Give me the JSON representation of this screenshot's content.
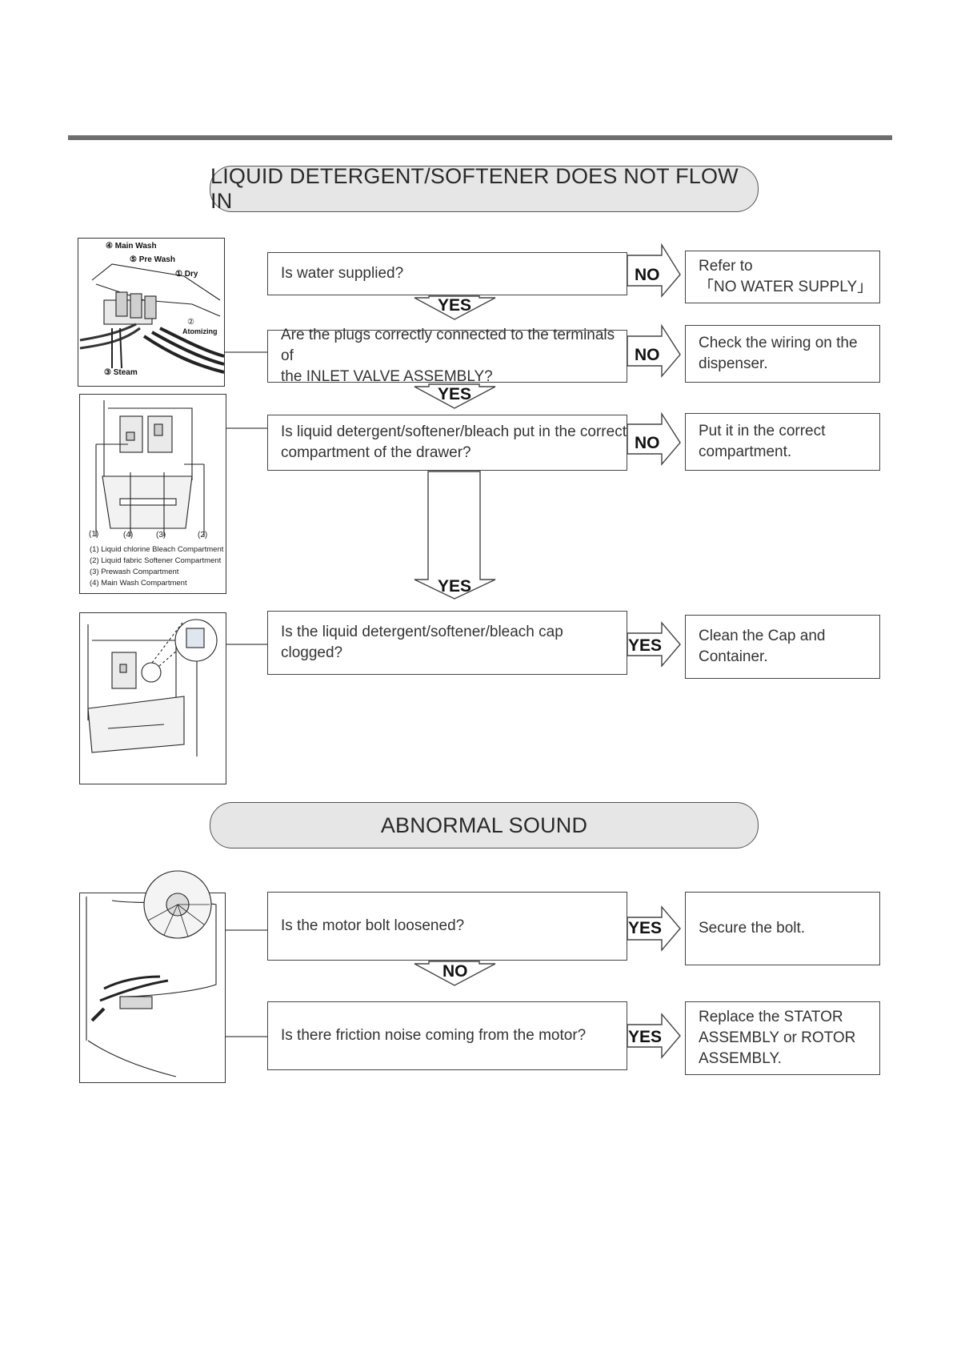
{
  "sections": [
    {
      "title": "LIQUID DETERGENT/SOFTENER DOES NOT FLOW IN"
    },
    {
      "title": "ABNORMAL SOUND"
    }
  ],
  "flow1": {
    "q1": "Is water supplied?",
    "q2_line1": "Are the plugs correctly connected to the terminals of",
    "q2_line2": "the INLET VALVE ASSEMBLY?",
    "q3_line1": "Is liquid detergent/softener/bleach put in the correct",
    "q3_line2": "compartment of the drawer?",
    "q4": "Is the liquid detergent/softener/bleach cap clogged?",
    "r1_line1": "Refer to",
    "r1_line2": "「NO WATER SUPPLY」",
    "r2_line1": "Check the wiring on the",
    "r2_line2": "dispenser.",
    "r3_line1": "Put it in the correct",
    "r3_line2": "compartment.",
    "r4_line1": "Clean the Cap and",
    "r4_line2": "Container."
  },
  "flow2": {
    "q1": "Is the motor bolt loosened?",
    "q2": "Is there friction noise coming from the motor?",
    "r1": "Secure the bolt.",
    "r2_line1": "Replace the STATOR",
    "r2_line2": "ASSEMBLY or ROTOR",
    "r2_line3": "ASSEMBLY."
  },
  "labels": {
    "yes": "YES",
    "no": "NO"
  },
  "illus1": {
    "main_wash": "④ Main Wash",
    "pre_wash": "⑤ Pre Wash",
    "dry": "① Dry",
    "atomizing_num": "②",
    "atomizing": "Atomizing",
    "steam": "③ Steam"
  },
  "illus2": {
    "n1": "(1)",
    "n4": "(4)",
    "n3": "(3)",
    "n2": "(2)",
    "legend1": "(1) Liquid chlorine Bleach Compartment",
    "legend2": "(2) Liquid fabric Softener Compartment",
    "legend3": "(3) Prewash Compartment",
    "legend4": "(4) Main Wash Compartment"
  }
}
